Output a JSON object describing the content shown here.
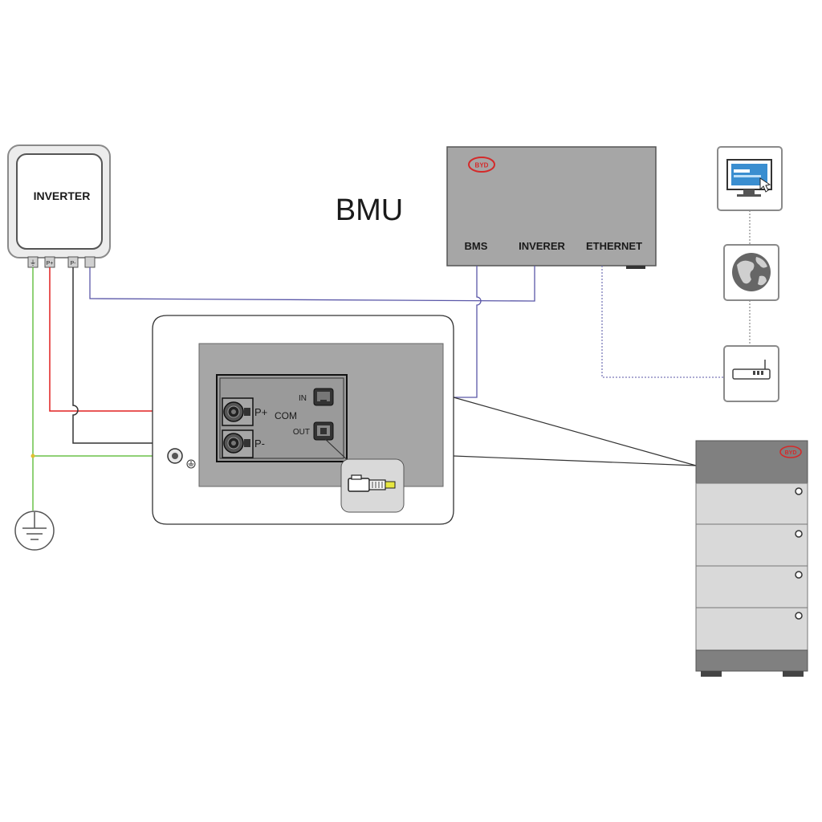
{
  "title": "BMU",
  "inverter": {
    "label": "INVERTER",
    "terminals": [
      "⏚",
      "P+",
      "P-",
      ""
    ]
  },
  "bmu_box": {
    "brand": "BYD",
    "ports": [
      "BMS",
      "INVERER",
      "ETHERNET"
    ]
  },
  "panel": {
    "p_plus": "P+",
    "p_minus": "P-",
    "com": "COM",
    "in": "IN",
    "out": "OUT"
  },
  "battery": {
    "brand": "BYD",
    "modules": 4
  },
  "network": [
    "monitor-icon",
    "globe-icon",
    "router-icon"
  ],
  "colors": {
    "ground_wire": "#6cc24a",
    "positive_wire": "#e02020",
    "negative_wire": "#333333",
    "comm_wire": "#5a57a8",
    "ethernet_wire": "#7a79b8",
    "brand_red": "#d42a2a",
    "device_gray": "#a6a6a6"
  }
}
